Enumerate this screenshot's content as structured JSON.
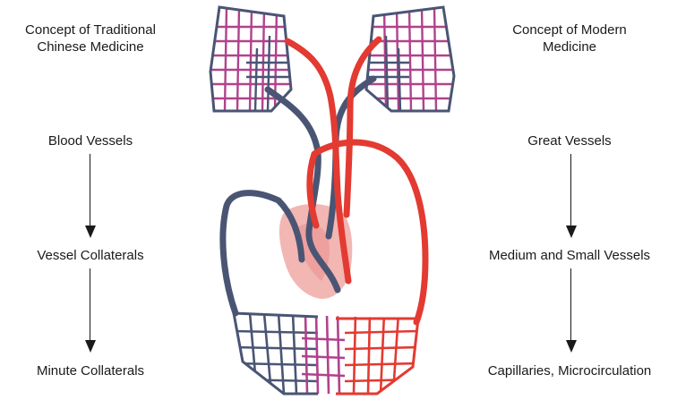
{
  "left_column": {
    "title": "Concept of Traditional Chinese Medicine",
    "level1": "Blood Vessels",
    "level2": "Vessel Collaterals",
    "level3": "Minute Collaterals"
  },
  "right_column": {
    "title": "Concept of Modern Medicine",
    "level1": "Great Vessels",
    "level2": "Medium and Small Vessels",
    "level3": "Capillaries, Microcirculation"
  },
  "colors": {
    "venous": "#4a5574",
    "arterial": "#e33a31",
    "capillary": "#b0428d",
    "heart": "#f2b6b3",
    "text": "#1a1a1a"
  }
}
